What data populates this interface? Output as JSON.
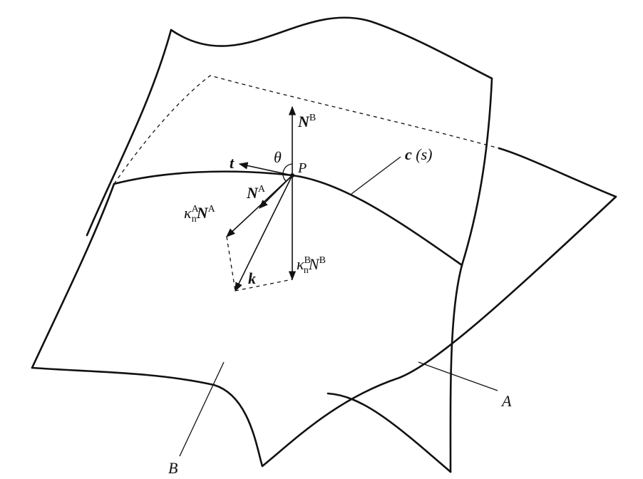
{
  "labels": {
    "normal_b": "N",
    "normal_b_sup": "B",
    "tangent": "t",
    "angle": "θ",
    "point": "P",
    "curve_name": "c",
    "curve_param": "(s)",
    "normal_a": "N",
    "normal_a_sup": "A",
    "kappa_a": "κ",
    "kappa_a_sub": "n",
    "kappa_a_sup": "A",
    "kappa_a_vec": "N",
    "kappa_a_vec_sup": "A",
    "kappa_b": "κ",
    "kappa_b_sub": "n",
    "kappa_b_sup": "B",
    "kappa_b_vec": "N",
    "kappa_b_vec_sup": "B",
    "curvature_vec": "k",
    "surface_a": "A",
    "surface_b": "B"
  }
}
